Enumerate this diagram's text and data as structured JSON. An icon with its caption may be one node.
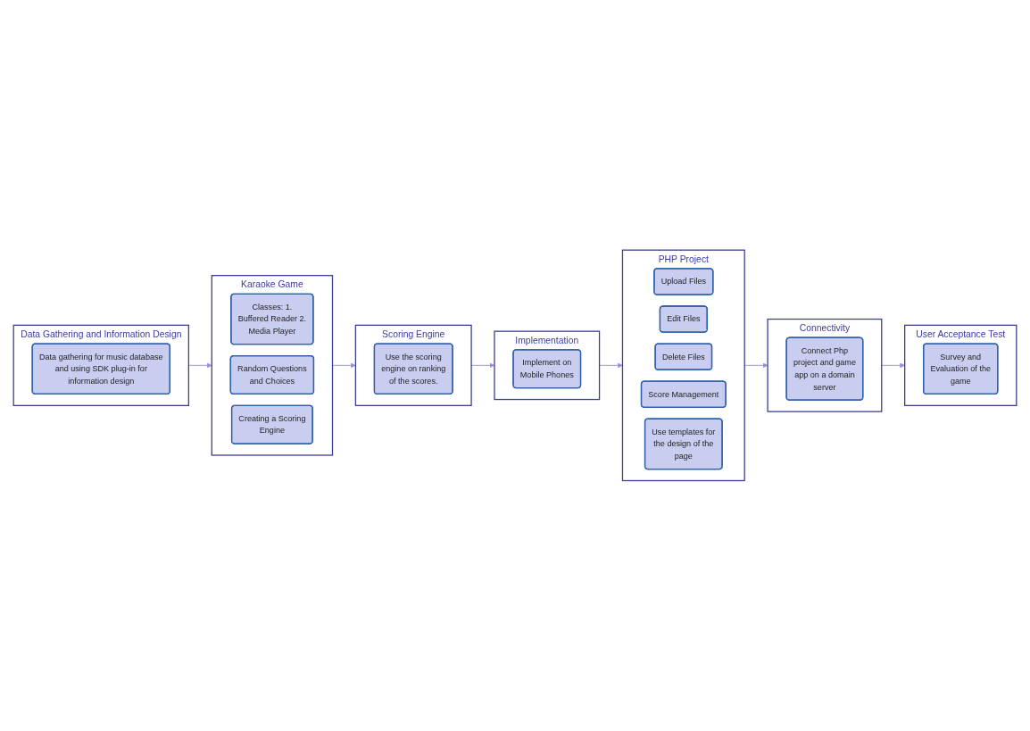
{
  "diagram": {
    "nodes": [
      {
        "text": [
          "Data Gathering and Information Design"
        ]
      },
      {
        "text": [
          "Data gathering for music database and using SDK plug-in for information design"
        ],
        "in": 0
      },
      {
        "text": [
          "Karaoke Game"
        ]
      },
      {
        "text": [
          "Classes: 1. Buffered Reader 2. Media Player"
        ],
        "in": 2
      },
      {
        "text": [
          "Random Questions and Choices"
        ],
        "in": 2
      },
      {
        "text": [
          "Creating a Scoring Engine"
        ],
        "in": 2
      },
      {
        "text": [
          "Scoring Engine"
        ]
      },
      {
        "text": [
          "Use the scoring engine on ranking of the scores."
        ],
        "in": 6
      },
      {
        "text": [
          "Implementation"
        ]
      },
      {
        "text": [
          "Implement on Mobile Phones"
        ],
        "in": 8
      },
      {
        "text": [
          "PHP Project"
        ]
      },
      {
        "text": [
          "Upload Files"
        ],
        "in": 10
      },
      {
        "text": [
          "Edit Files"
        ],
        "in": 10
      },
      {
        "text": [
          "Delete Files"
        ],
        "in": 10
      },
      {
        "text": [
          "Score Management"
        ],
        "in": 10
      },
      {
        "text": [
          "Use templates for the design of the page"
        ],
        "in": 10
      },
      {
        "text": [
          "Connectivity"
        ]
      },
      {
        "text": [
          "Connect Php project and game app on a domain server"
        ],
        "in": 16
      },
      {
        "text": [
          "User Acceptance Test"
        ]
      },
      {
        "text": [
          "Survey and Evaluation of the game"
        ],
        "in": 18
      }
    ],
    "edges": [
      {
        "from": 0,
        "to": 2,
        "arrow": "to"
      },
      {
        "from": 2,
        "to": 6,
        "arrow": "to"
      },
      {
        "from": 6,
        "to": 8,
        "arrow": "to"
      },
      {
        "from": 8,
        "to": 10,
        "arrow": "to"
      },
      {
        "from": 10,
        "to": 16,
        "arrow": "to"
      },
      {
        "from": 16,
        "to": 18,
        "arrow": "to"
      }
    ]
  }
}
